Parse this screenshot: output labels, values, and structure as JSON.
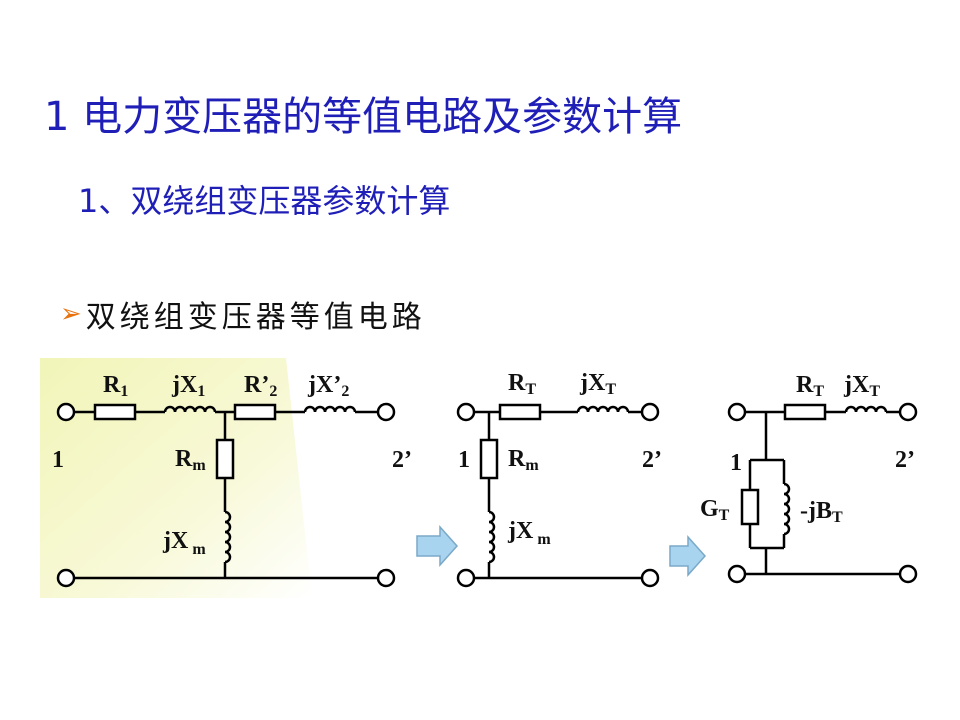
{
  "slide": {
    "title": "1 电力变压器的等值电路及参数计算",
    "subtitle": "1、双绕组变压器参数计算",
    "bullet_text": "双绕组变压器等值电路",
    "bullet_icon": "arrow-bullet-icon"
  },
  "colors": {
    "title": "#1f1fb8",
    "bullet": "#e8730e",
    "panel_highlight": "#f7f8c8",
    "arrow_fill": "#a9d4f0"
  },
  "circuits": {
    "full_t": {
      "r1": "R",
      "r1_sub": "1",
      "x1": "jX",
      "x1_sub": "1",
      "r2": "R’",
      "r2_sub": "2",
      "x2": "jX’",
      "x2_sub": "2",
      "rm": "R",
      "rm_sub": "m",
      "xm": "jX",
      "xm_sub": "m",
      "port_left": "1",
      "port_right": "2’"
    },
    "gamma_r": {
      "rt": "R",
      "rt_sub": "T",
      "xt": "jX",
      "xt_sub": "T",
      "rm": "R",
      "rm_sub": "m",
      "xm": "jX",
      "xm_sub": "m",
      "port_left": "1",
      "port_right": "2’"
    },
    "gamma_g": {
      "rt": "R",
      "rt_sub": "T",
      "xt": "jX",
      "xt_sub": "T",
      "gt": "G",
      "gt_sub": "T",
      "bt": "-jB",
      "bt_sub": "T",
      "port_left": "1",
      "port_right": "2’"
    }
  }
}
